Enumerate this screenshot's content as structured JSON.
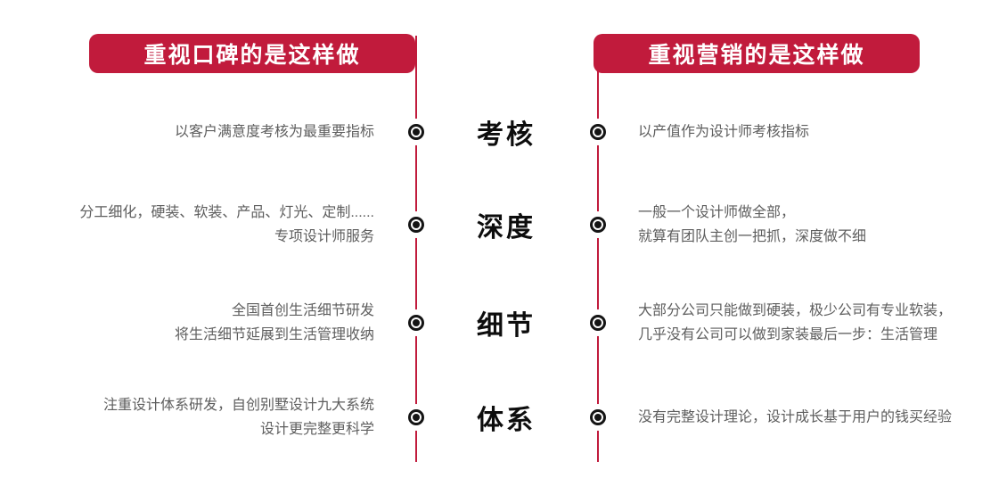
{
  "colors": {
    "accent_red": "#C11B3C",
    "body_text_gray": "#5E5E5E",
    "label_black": "#0d0d0d"
  },
  "headers": {
    "left": "重视口碑的是这样做",
    "right": "重视营销的是这样做"
  },
  "rows": [
    {
      "label": "考核",
      "left": [
        "以客户满意度考核为最重要指标"
      ],
      "right": [
        "以产值作为设计师考核指标"
      ]
    },
    {
      "label": "深度",
      "left": [
        "分工细化，硬装、软装、产品、灯光、定制......",
        "专项设计师服务"
      ],
      "right": [
        "一般一个设计师做全部，",
        "就算有团队主创一把抓，深度做不细"
      ]
    },
    {
      "label": "细节",
      "left": [
        "全国首创生活细节研发",
        "将生活细节延展到生活管理收纳"
      ],
      "right": [
        "大部分公司只能做到硬装，极少公司有专业软装，",
        "几乎没有公司可以做到家装最后一步：生活管理"
      ]
    },
    {
      "label": "体系",
      "left": [
        "注重设计体系研发，自创别墅设计九大系统",
        "设计更完整更科学"
      ],
      "right": [
        "没有完整设计理论，设计成长基于用户的钱买经验"
      ]
    }
  ]
}
